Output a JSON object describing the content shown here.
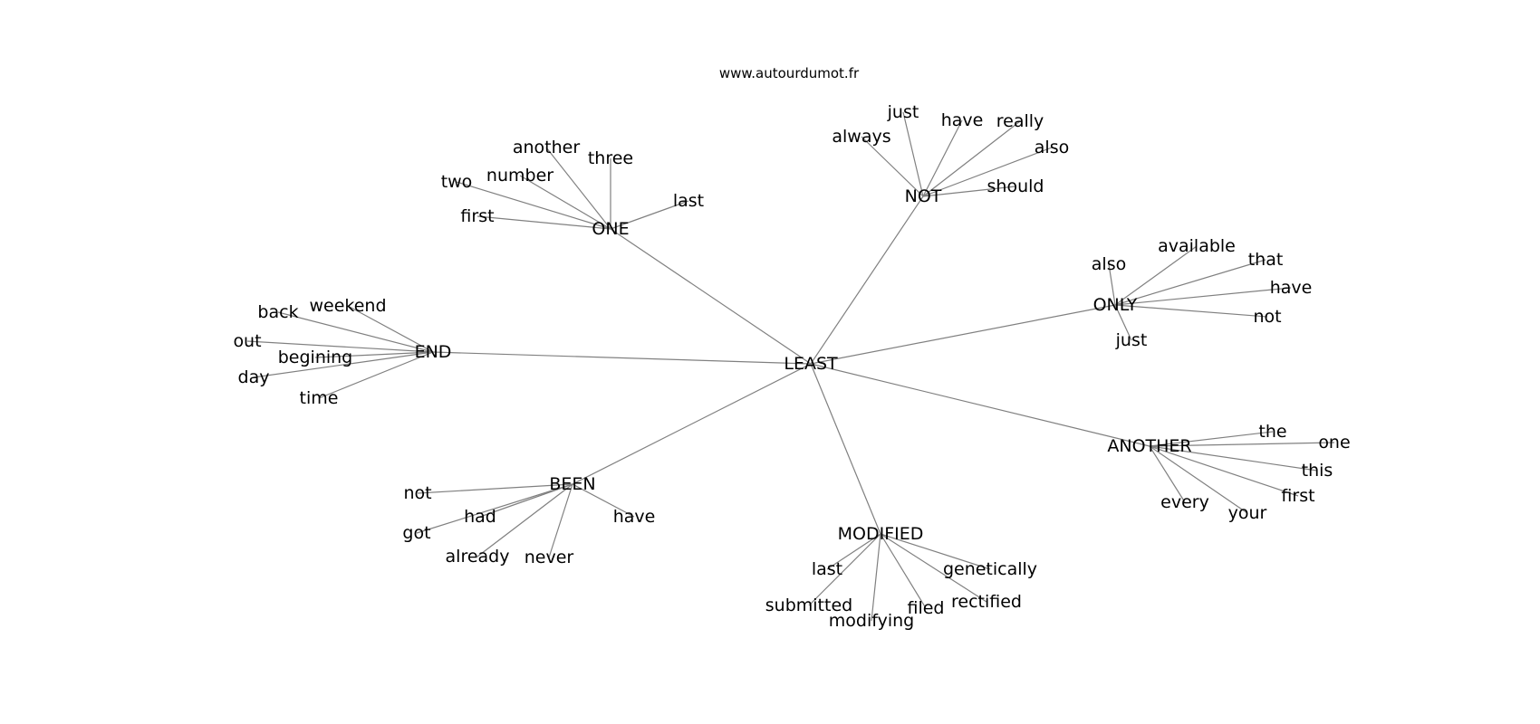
{
  "source": "www.autourdumot.fr",
  "center": "LEAST",
  "hubs": [
    {
      "word": "ONE",
      "leaves": [
        "another",
        "three",
        "two",
        "number",
        "last",
        "first"
      ]
    },
    {
      "word": "NOT",
      "leaves": [
        "just",
        "have",
        "really",
        "always",
        "also",
        "should"
      ]
    },
    {
      "word": "ONLY",
      "leaves": [
        "available",
        "also",
        "that",
        "have",
        "not",
        "just"
      ]
    },
    {
      "word": "END",
      "leaves": [
        "weekend",
        "back",
        "out",
        "begining",
        "day",
        "time"
      ]
    },
    {
      "word": "ANOTHER",
      "leaves": [
        "the",
        "one",
        "this",
        "first",
        "every",
        "your"
      ]
    },
    {
      "word": "BEEN",
      "leaves": [
        "not",
        "had",
        "have",
        "got",
        "already",
        "never"
      ]
    },
    {
      "word": "MODIFIED",
      "leaves": [
        "last",
        "genetically",
        "submitted",
        "filed",
        "rectified",
        "modifying"
      ]
    }
  ],
  "colors": {
    "edge": "#808080",
    "text": "#000000",
    "background": "#ffffff"
  }
}
